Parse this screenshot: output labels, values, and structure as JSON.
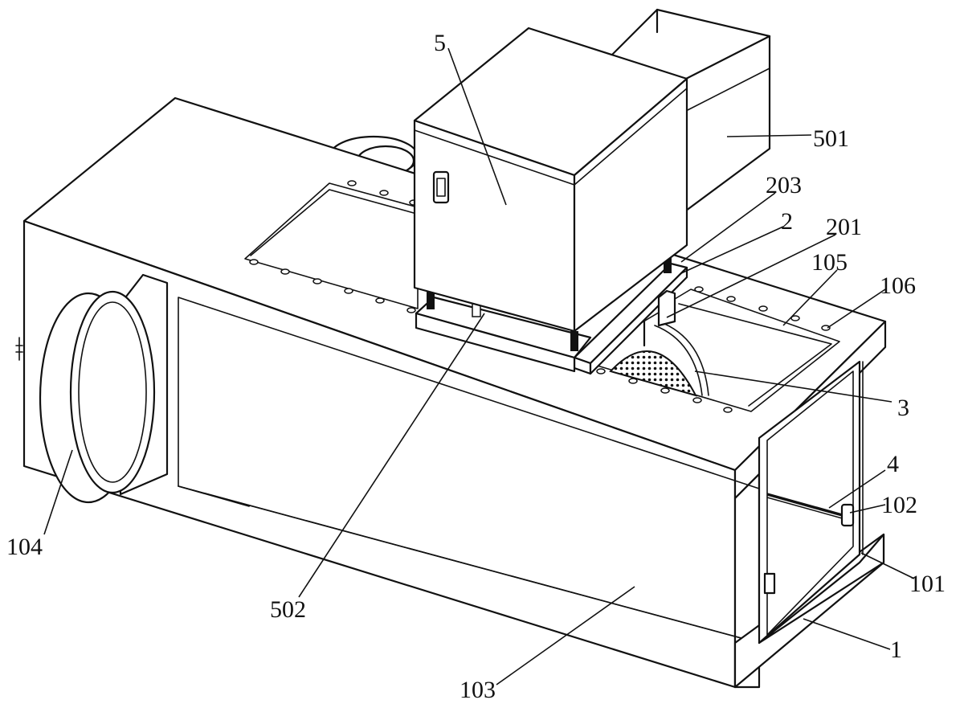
{
  "labels": {
    "l_5": "5",
    "l_501": "501",
    "l_203": "203",
    "l_2": "2",
    "l_201": "201",
    "l_105": "105",
    "l_106": "106",
    "l_3": "3",
    "l_4": "4",
    "l_102": "102",
    "l_101": "101",
    "l_1": "1",
    "l_103": "103",
    "l_502": "502",
    "l_104": "104"
  }
}
